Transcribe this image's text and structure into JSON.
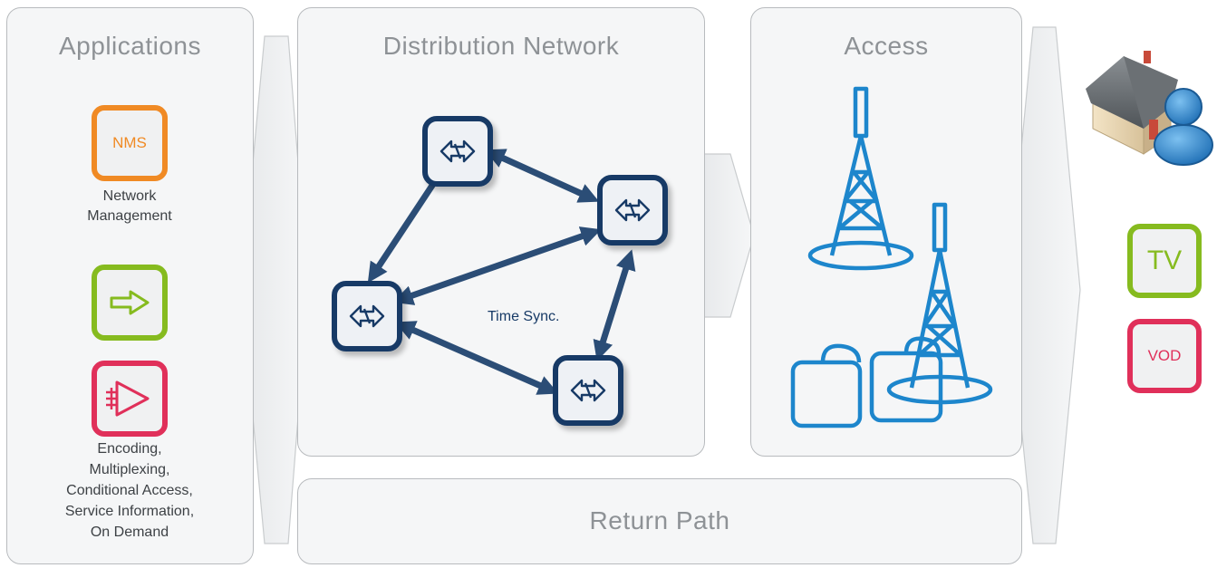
{
  "columns": {
    "applications": "Applications",
    "distribution": "Distribution Network",
    "access": "Access",
    "return_path": "Return Path"
  },
  "applications": {
    "nms_label": "NMS",
    "nms_caption_line1": "Network",
    "nms_caption_line2": "Management",
    "encoding_caption": [
      "Encoding,",
      "Multiplexing,",
      "Conditional Access,",
      "Service Information,",
      "On Demand"
    ]
  },
  "distribution": {
    "sync_label": "Time Sync."
  },
  "outputs": {
    "tv_label": "TV",
    "vod_label": "VOD"
  },
  "colors": {
    "orange": "#f08a24",
    "green": "#86bb1f",
    "red": "#e0305a",
    "navy": "#173a66",
    "blue": "#1d86cc",
    "panel_border": "#b8bbbe"
  },
  "icons": [
    "nms-icon",
    "arrow-right-icon",
    "encoder-amplifier-icon",
    "bidirectional-arrow-icon",
    "transmitter-tower-icon",
    "house-icon",
    "user-icon"
  ]
}
